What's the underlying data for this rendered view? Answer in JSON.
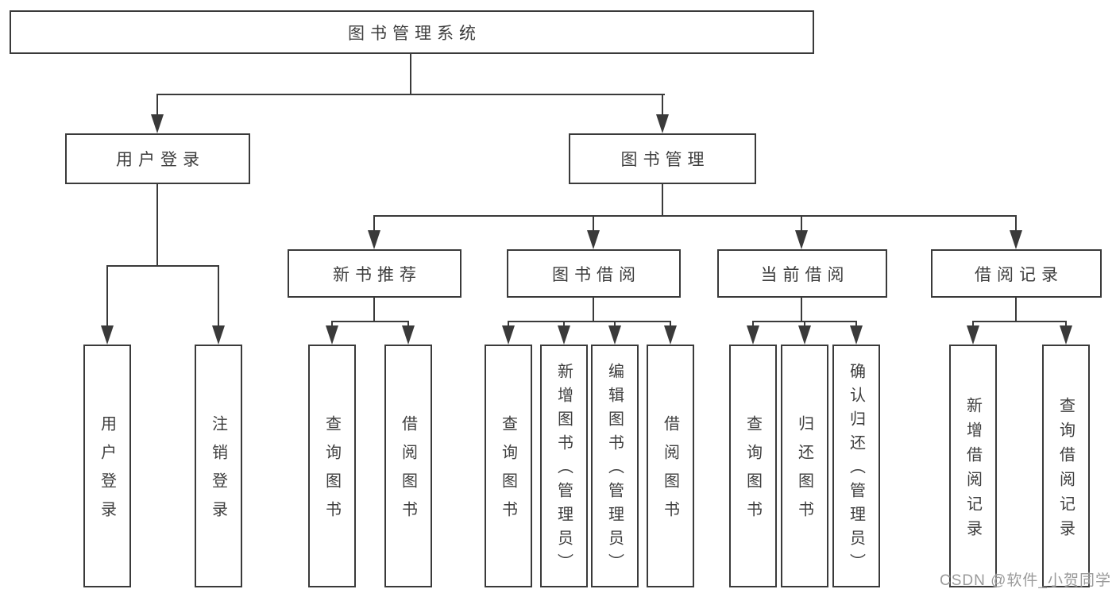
{
  "diagram": {
    "root": {
      "label": "图书管理系统"
    },
    "level2": [
      {
        "label": "用户登录"
      },
      {
        "label": "图书管理"
      }
    ],
    "level3": [
      {
        "label": "新书推荐"
      },
      {
        "label": "图书借阅"
      },
      {
        "label": "当前借阅"
      },
      {
        "label": "借阅记录"
      }
    ],
    "leaves": [
      {
        "label": "用户登录"
      },
      {
        "label": "注销登录"
      },
      {
        "label": "查询图书"
      },
      {
        "label": "借阅图书"
      },
      {
        "label": "查询图书"
      },
      {
        "label": "新增图书（管理员）"
      },
      {
        "label": "编辑图书（管理员）"
      },
      {
        "label": "借阅图书"
      },
      {
        "label": "查询图书"
      },
      {
        "label": "归还图书"
      },
      {
        "label": "确认归还（管理员）"
      },
      {
        "label": "新增借阅记录"
      },
      {
        "label": "查询借阅记录"
      }
    ],
    "watermark": "CSDN @软件_小贺同学",
    "colors": {
      "line": "#3a3a3a",
      "box_border": "#3a3a3a",
      "box_background": "#ffffff",
      "text": "#3e3e3e",
      "watermark": "#9a9a9a"
    }
  }
}
